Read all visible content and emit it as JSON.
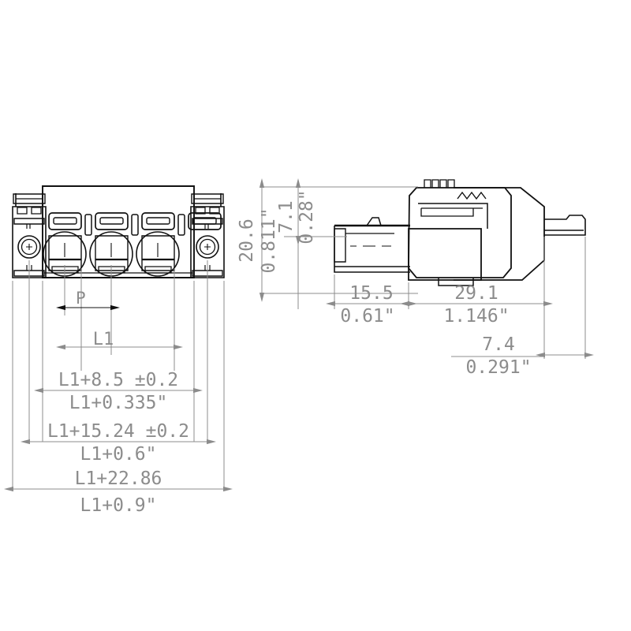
{
  "drawing": {
    "title": "Pluggable PCB connector — front view and side view with dimensions",
    "colors": {
      "outline": "#111111",
      "dimension": "#8c8c8c",
      "dimension_dark": "#111111",
      "background": "#ffffff"
    }
  },
  "views": {
    "front": {
      "name": "front-view",
      "poles": 4
    },
    "side": {
      "name": "side-view"
    }
  },
  "dimensions": {
    "pitch": {
      "label": "P",
      "name": "pitch-dimension"
    },
    "l1": {
      "label": "L1",
      "name": "l1-dimension"
    },
    "row_a": {
      "metric": "L1+8.5 ±0.2",
      "imperial": "L1+0.335\""
    },
    "row_b": {
      "metric": "L1+15.24 ±0.2",
      "imperial": "L1+0.6\""
    },
    "row_c": {
      "metric": "L1+22.86",
      "imperial": "L1+0.9\""
    },
    "height_total": {
      "metric": "20.6",
      "imperial": "0.811\""
    },
    "height_nose": {
      "metric": "7.1",
      "imperial": "0.28\""
    },
    "len_nose": {
      "metric": "15.5",
      "imperial": "0.61\""
    },
    "len_body": {
      "metric": "29.1",
      "imperial": "1.146\""
    },
    "len_tail": {
      "metric": "7.4",
      "imperial": "0.291\""
    }
  }
}
